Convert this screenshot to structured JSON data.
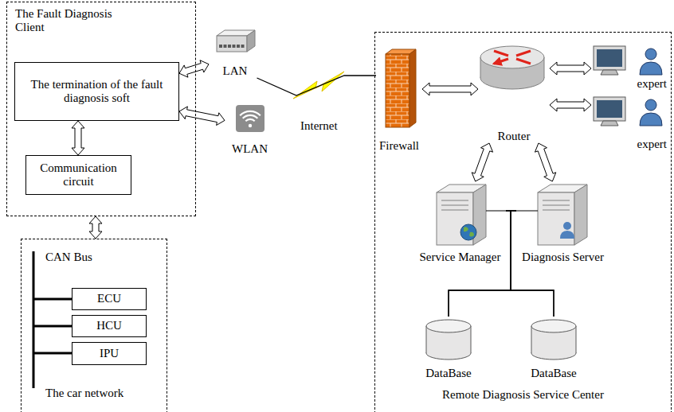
{
  "diagram": {
    "nodes": [
      {
        "text": [
          "The Fault Diagnosis Client"
        ]
      },
      {
        "text": [
          "The termination of the fault diagnosis soft"
        ],
        "in": 0
      },
      {
        "text": [
          "Communication circuit"
        ],
        "in": 0
      },
      {
        "text": [
          "LAN"
        ]
      },
      {
        "text": [
          "WLAN"
        ]
      },
      {
        "text": [
          "Remote Diagnosis Service Center"
        ]
      },
      {
        "text": [
          "Firewall"
        ],
        "in": 5
      },
      {
        "text": [
          "Router"
        ],
        "in": 5
      },
      {
        "text": [
          "expert"
        ],
        "in": 5
      },
      {
        "text": [
          "expert"
        ],
        "in": 5
      },
      {
        "text": [
          "Service Manager"
        ],
        "in": 5
      },
      {
        "text": [
          "Diagnosis Server"
        ],
        "in": 5
      },
      {
        "text": [
          "DataBase"
        ],
        "in": 5
      },
      {
        "text": [
          "DataBase"
        ],
        "in": 5
      },
      {
        "text": [
          "CAN Bus",
          "The car network"
        ]
      },
      {
        "text": [
          "ECU"
        ],
        "in": 14
      },
      {
        "text": [
          "HCU"
        ],
        "in": 14
      },
      {
        "text": [
          "IPU"
        ],
        "in": 14
      }
    ],
    "edges": [
      {
        "from": 0,
        "to": 14,
        "arrow": "both"
      },
      {
        "from": 1,
        "to": 2,
        "arrow": "both"
      },
      {
        "from": 1,
        "to": 3,
        "arrow": "both"
      },
      {
        "from": 1,
        "to": 4,
        "arrow": "both"
      },
      {
        "from": 3,
        "to": 6,
        "label": "Internet",
        "arrow": "none"
      },
      {
        "from": 6,
        "to": 7,
        "arrow": "both"
      },
      {
        "from": 7,
        "to": 8,
        "arrow": "both"
      },
      {
        "from": 7,
        "to": 9,
        "arrow": "both"
      },
      {
        "from": 7,
        "to": 10,
        "arrow": "both"
      },
      {
        "from": 7,
        "to": 11,
        "arrow": "both"
      },
      {
        "from": 10,
        "to": 12,
        "arrow": "none"
      },
      {
        "from": 10,
        "to": 13,
        "arrow": "none"
      },
      {
        "from": 11,
        "to": 12,
        "arrow": "none"
      },
      {
        "from": 11,
        "to": 13,
        "arrow": "none"
      }
    ]
  }
}
